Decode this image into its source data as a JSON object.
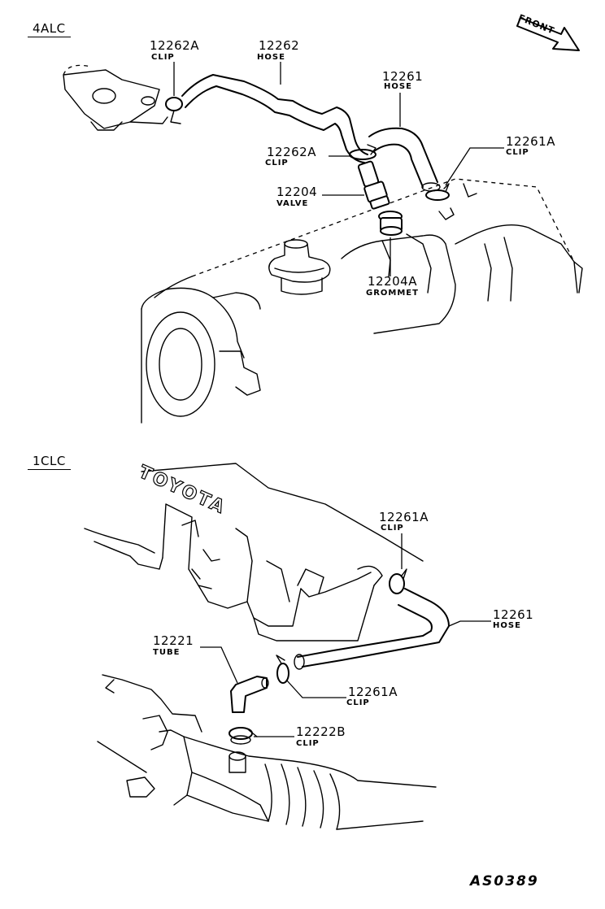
{
  "figure_code": "AS0389",
  "front_label": "FRONT",
  "sections": [
    {
      "id": "4alc",
      "title": "4ALC",
      "parts": [
        {
          "number": "12262A",
          "name": "CLIP"
        },
        {
          "number": "12262",
          "name": "HOSE"
        },
        {
          "number": "12261",
          "name": "HOSE"
        },
        {
          "number": "12262A",
          "name": "CLIP"
        },
        {
          "number": "12261A",
          "name": "CLIP"
        },
        {
          "number": "12204",
          "name": "VALVE"
        },
        {
          "number": "12204A",
          "name": "GROMMET"
        }
      ]
    },
    {
      "id": "1clc",
      "title": "1CLC",
      "logo_text": "TOYOTA",
      "parts": [
        {
          "number": "12261A",
          "name": "CLIP"
        },
        {
          "number": "12261",
          "name": "HOSE"
        },
        {
          "number": "12221",
          "name": "TUBE"
        },
        {
          "number": "12261A",
          "name": "CLIP"
        },
        {
          "number": "12222B",
          "name": "CLIP"
        }
      ]
    }
  ]
}
